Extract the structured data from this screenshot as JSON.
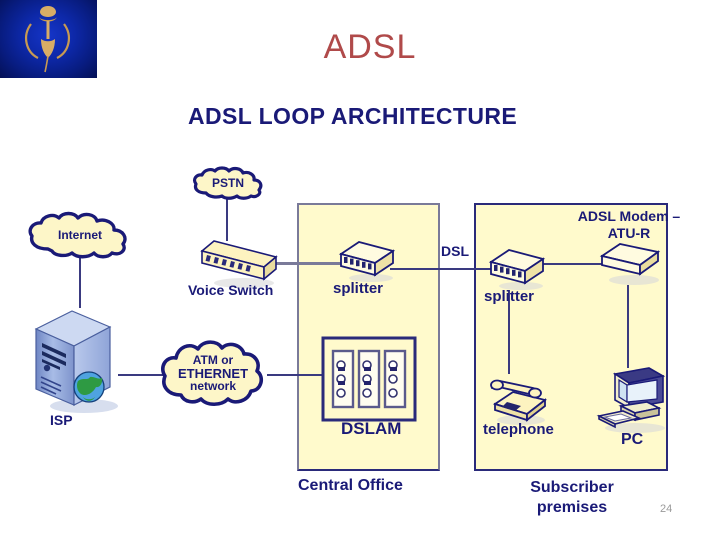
{
  "slide": {
    "title": "ADSL",
    "page_number": "24",
    "title_color": "#b04a4a",
    "heading_color": "#1a1a77",
    "box_fill": "#fffacc",
    "box_border": "#2a2a7a"
  },
  "logo": {
    "name": "institution-logo",
    "background_color": "#0d28a8",
    "emblem_color": "#c89a52"
  },
  "diagram": {
    "heading": "ADSL LOOP ARCHITECTURE",
    "clouds": [
      {
        "id": "internet",
        "label": "Internet"
      },
      {
        "id": "pstn",
        "label": "PSTN"
      },
      {
        "id": "atm-ethernet",
        "label": "ATM or\nETHERNET\nnetwork",
        "line1": "ATM or",
        "line2": "ETHERNET",
        "line3": "network"
      }
    ],
    "nodes": [
      {
        "id": "isp",
        "label": "ISP",
        "icon": "server-tower-icon"
      },
      {
        "id": "voice-switch",
        "label": "Voice Switch",
        "icon": "switch-icon"
      },
      {
        "id": "co-splitter",
        "label": "splitter",
        "icon": "splitter-icon"
      },
      {
        "id": "dslam",
        "label": "DSLAM",
        "icon": "dslam-rack-icon"
      },
      {
        "id": "sub-splitter",
        "label": "splitter",
        "icon": "splitter-icon"
      },
      {
        "id": "adsl-modem",
        "label_line1": "ADSL Modem –",
        "label_line2": "ATU-R",
        "icon": "modem-icon"
      },
      {
        "id": "telephone",
        "label": "telephone",
        "icon": "telephone-icon"
      },
      {
        "id": "pc",
        "label": "PC",
        "icon": "desktop-computer-icon"
      }
    ],
    "links": [
      {
        "id": "dsl-link",
        "label": "DSL"
      }
    ],
    "areas": [
      {
        "id": "central-office",
        "label": "Central Office"
      },
      {
        "id": "subscriber-premises",
        "label_line1": "Subscriber",
        "label_line2": "premises"
      }
    ]
  }
}
